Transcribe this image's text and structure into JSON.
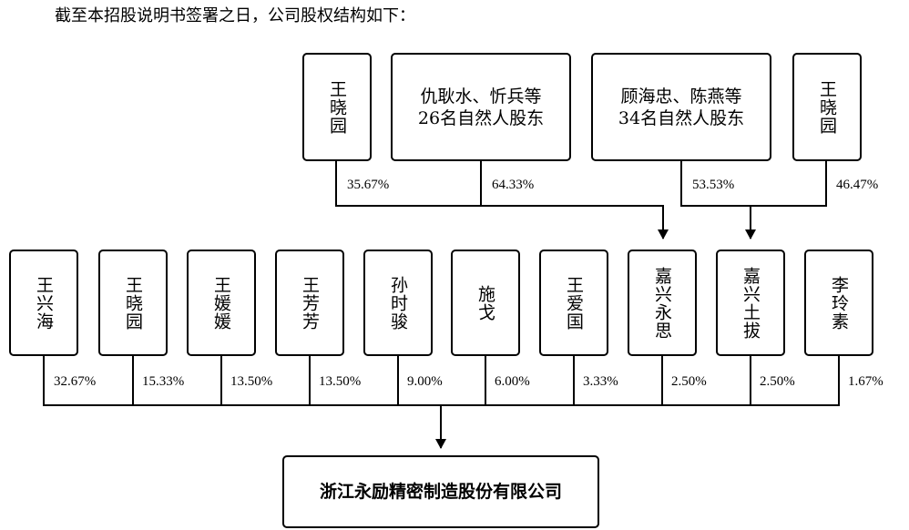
{
  "intro": "截至本招股说明书签署之日，公司股权结构如下：",
  "top_holders": [
    {
      "name": "王晓园",
      "pct": "35.67%"
    },
    {
      "line1": "仇耿水、忻兵等",
      "line2": "26名自然人股东",
      "pct": "64.33%"
    },
    {
      "line1": "顾海忠、陈燕等",
      "line2": "34名自然人股东",
      "pct": "53.53%"
    },
    {
      "name": "王晓园",
      "pct": "46.47%"
    }
  ],
  "shareholders": [
    {
      "name": "王兴海",
      "pct": "32.67%"
    },
    {
      "name": "王晓园",
      "pct": "15.33%"
    },
    {
      "name": "王媛媛",
      "pct": "13.50%"
    },
    {
      "name": "王芳芳",
      "pct": "13.50%"
    },
    {
      "name": "孙时骏",
      "pct": "9.00%"
    },
    {
      "name": "施戈",
      "pct": "6.00%"
    },
    {
      "name": "王爱国",
      "pct": "3.33%"
    },
    {
      "name": "嘉兴永思",
      "pct": "2.50%"
    },
    {
      "name": "嘉兴土拔",
      "pct": "2.50%"
    },
    {
      "name": "李玲素",
      "pct": "1.67%"
    }
  ],
  "company": "浙江永励精密制造股份有限公司"
}
